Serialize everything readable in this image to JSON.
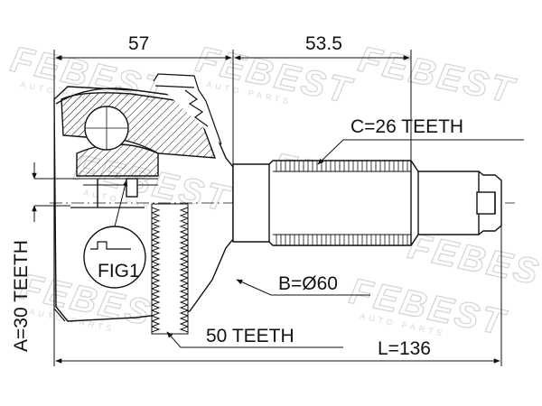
{
  "watermark": {
    "brand": "FEBEST",
    "tagline": "AUTO PARTS"
  },
  "dimensions": {
    "outer_length": "57",
    "shaft_length": "53.5",
    "total_length": "L=136",
    "outer_teeth": "A=30 TEETH",
    "shaft_teeth": "C=26 TEETH",
    "seal_diameter": "B=Ø60",
    "abs_ring_teeth": "50 TEETH"
  },
  "labels": {
    "fig": "FIG1"
  },
  "colors": {
    "line": "#111111",
    "watermark": "#d4d4d4"
  }
}
